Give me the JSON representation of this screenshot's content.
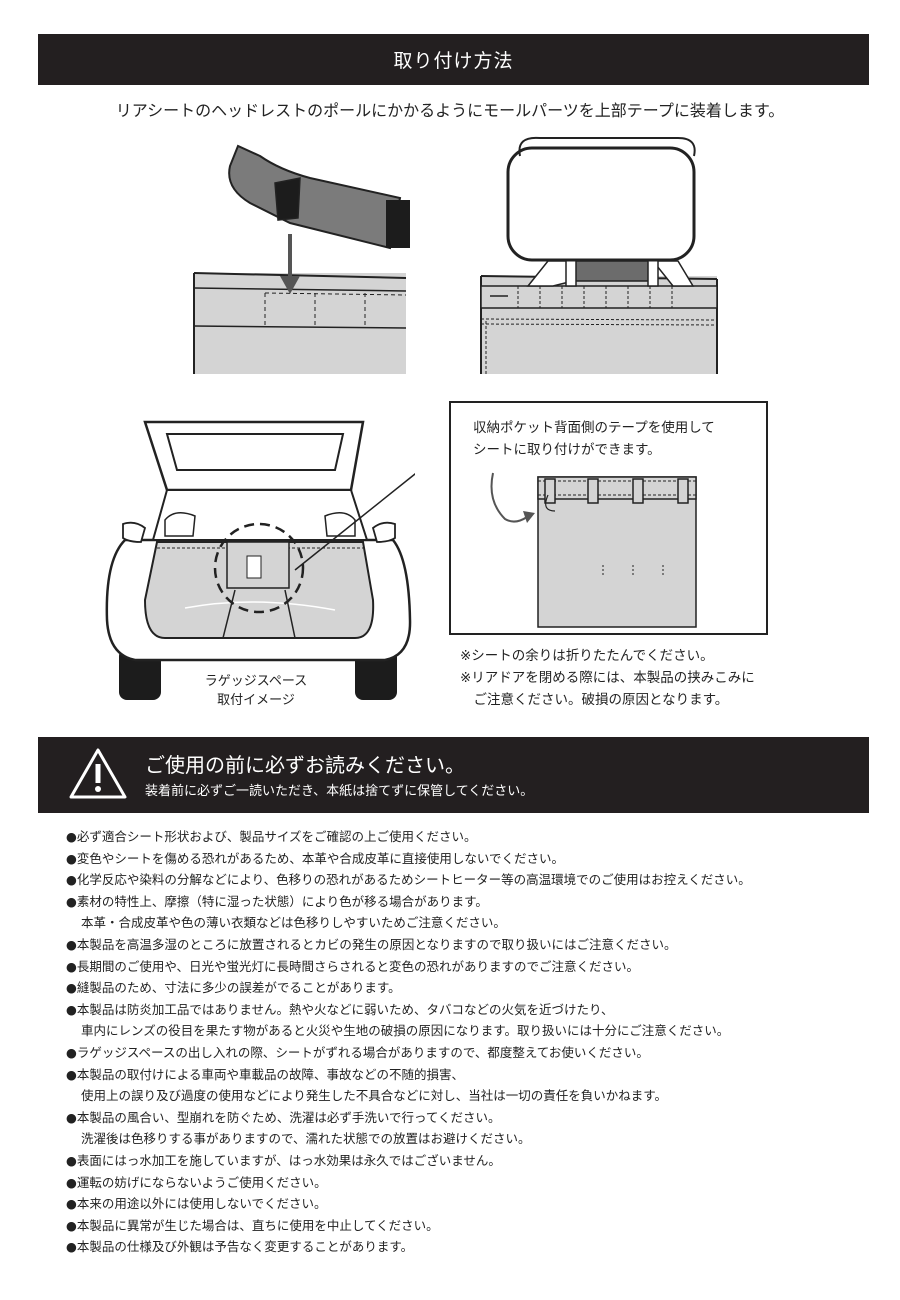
{
  "header": {
    "title": "取り付け方法"
  },
  "intro": "リアシートのヘッドレストのポールにかかるようにモールパーツを上部テープに装着します。",
  "callout": {
    "lines": [
      "収納ポケット背面側のテープを使用して",
      "シートに取り付けができます。"
    ]
  },
  "car_caption": [
    "ラゲッジスペース",
    "取付イメージ"
  ],
  "notes": [
    "※シートの余りは折りたたんでください。",
    "※リアドアを閉める際には、本製品の挟みこみに",
    "　ご注意ください。破損の原因となります。"
  ],
  "warning": {
    "icon": "warning-triangle-icon",
    "title": "ご使用の前に必ずお読みください。",
    "subtitle": "装着前に必ずご一読いただき、本紙は捨てずに保管してください。"
  },
  "cautions": [
    {
      "text": "●必ず適合シート形状および、製品サイズをご確認の上ご使用ください。",
      "indent": false
    },
    {
      "text": "●変色やシートを傷める恐れがあるため、本革や合成皮革に直接使用しないでください。",
      "indent": false
    },
    {
      "text": "●化学反応や染料の分解などにより、色移りの恐れがあるためシートヒーター等の高温環境でのご使用はお控えください。",
      "indent": false
    },
    {
      "text": "●素材の特性上、摩擦（特に湿った状態）により色が移る場合があります。",
      "indent": false
    },
    {
      "text": "本革・合成皮革や色の薄い衣類などは色移りしやすいためご注意ください。",
      "indent": true
    },
    {
      "text": "●本製品を高温多湿のところに放置されるとカビの発生の原因となりますので取り扱いにはご注意ください。",
      "indent": false
    },
    {
      "text": "●長期間のご使用や、日光や蛍光灯に長時間さらされると変色の恐れがありますのでご注意ください。",
      "indent": false
    },
    {
      "text": "●縫製品のため、寸法に多少の誤差がでることがあります。",
      "indent": false
    },
    {
      "text": "●本製品は防炎加工品ではありません。熱や火などに弱いため、タバコなどの火気を近づけたり、",
      "indent": false
    },
    {
      "text": "車内にレンズの役目を果たす物があると火災や生地の破損の原因になります。取り扱いには十分にご注意ください。",
      "indent": true
    },
    {
      "text": "●ラゲッジスペースの出し入れの際、シートがずれる場合がありますので、都度整えてお使いください。",
      "indent": false
    },
    {
      "text": "●本製品の取付けによる車両や車載品の故障、事故などの不随的損害、",
      "indent": false
    },
    {
      "text": "使用上の誤り及び過度の使用などにより発生した不具合などに対し、当社は一切の責任を負いかねます。",
      "indent": true
    },
    {
      "text": "●本製品の風合い、型崩れを防ぐため、洗濯は必ず手洗いで行ってください。",
      "indent": false
    },
    {
      "text": "洗濯後は色移りする事がありますので、濡れた状態での放置はお避けください。",
      "indent": true
    },
    {
      "text": "●表面にはっ水加工を施していますが、はっ水効果は永久ではございません。",
      "indent": false
    },
    {
      "text": "●運転の妨げにならないようご使用ください。",
      "indent": false
    },
    {
      "text": "●本来の用途以外には使用しないでください。",
      "indent": false
    },
    {
      "text": "●本製品に異常が生じた場合は、直ちに使用を中止してください。",
      "indent": false
    },
    {
      "text": "●本製品の仕様及び外観は予告なく変更することがあります。",
      "indent": false
    }
  ],
  "colors": {
    "band": "#231f20",
    "sheet": "#d4d4d4",
    "strap": "#7b7b7b"
  }
}
